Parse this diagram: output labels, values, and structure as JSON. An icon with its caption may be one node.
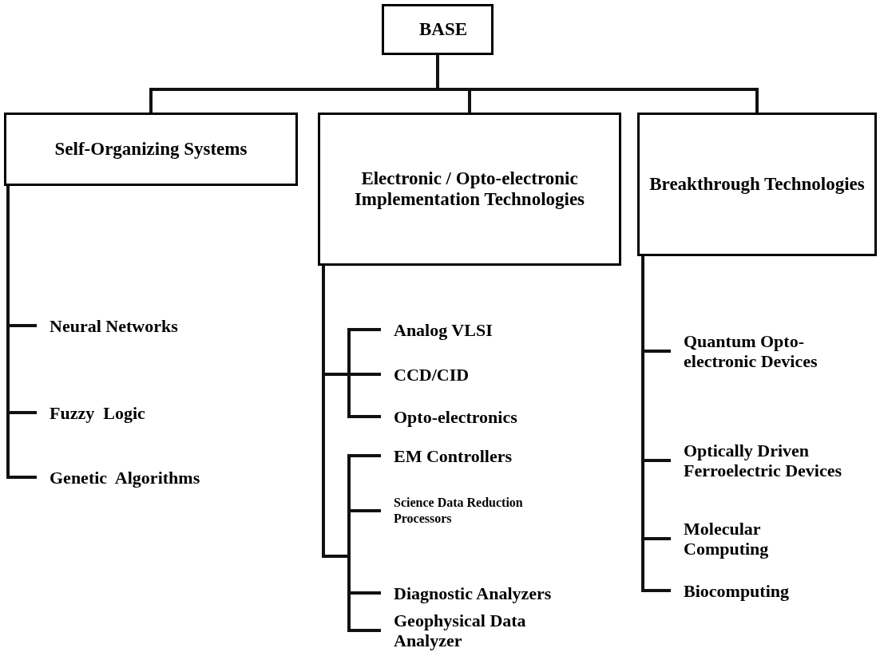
{
  "diagram": {
    "nodes": [
      {
        "text": [
          "BASE"
        ]
      },
      {
        "text": [
          "Self-Organizing Systems"
        ]
      },
      {
        "text": [
          "Electronic / Opto-electronic Implementation Technologies"
        ]
      },
      {
        "text": [
          "Breakthrough Technologies"
        ]
      },
      {
        "text": [
          "Neural Networks"
        ]
      },
      {
        "text": [
          "Fuzzy  Logic"
        ]
      },
      {
        "text": [
          "Genetic  Algorithms"
        ]
      },
      {
        "text": [
          "Analog VLSI"
        ]
      },
      {
        "text": [
          "CCD/CID"
        ]
      },
      {
        "text": [
          "Opto-electronics"
        ]
      },
      {
        "text": [
          "EM Controllers"
        ]
      },
      {
        "text": [
          "Science Data Reduction Processors"
        ]
      },
      {
        "text": [
          "Diagnostic Analyzers"
        ]
      },
      {
        "text": [
          "Geophysical Data Analyzer"
        ]
      },
      {
        "text": [
          "Quantum Opto-electronic Devices"
        ]
      },
      {
        "text": [
          "Optically Driven Ferroelectric Devices"
        ]
      },
      {
        "text": [
          "Molecular Computing"
        ]
      },
      {
        "text": [
          "Biocomputing"
        ]
      }
    ],
    "edges": [
      {
        "from": 0,
        "to": 1,
        "arrow": "none"
      },
      {
        "from": 0,
        "to": 2,
        "arrow": "none"
      },
      {
        "from": 0,
        "to": 3,
        "arrow": "none"
      },
      {
        "from": 1,
        "to": 4,
        "arrow": "none"
      },
      {
        "from": 1,
        "to": 5,
        "arrow": "none"
      },
      {
        "from": 1,
        "to": 6,
        "arrow": "none"
      },
      {
        "from": 2,
        "to": 7,
        "arrow": "none"
      },
      {
        "from": 2,
        "to": 8,
        "arrow": "none"
      },
      {
        "from": 2,
        "to": 9,
        "arrow": "none"
      },
      {
        "from": 2,
        "to": 10,
        "arrow": "none"
      },
      {
        "from": 2,
        "to": 11,
        "arrow": "none"
      },
      {
        "from": 2,
        "to": 12,
        "arrow": "none"
      },
      {
        "from": 2,
        "to": 13,
        "arrow": "none"
      },
      {
        "from": 3,
        "to": 14,
        "arrow": "none"
      },
      {
        "from": 3,
        "to": 15,
        "arrow": "none"
      },
      {
        "from": 3,
        "to": 16,
        "arrow": "none"
      },
      {
        "from": 3,
        "to": 17,
        "arrow": "none"
      }
    ]
  }
}
